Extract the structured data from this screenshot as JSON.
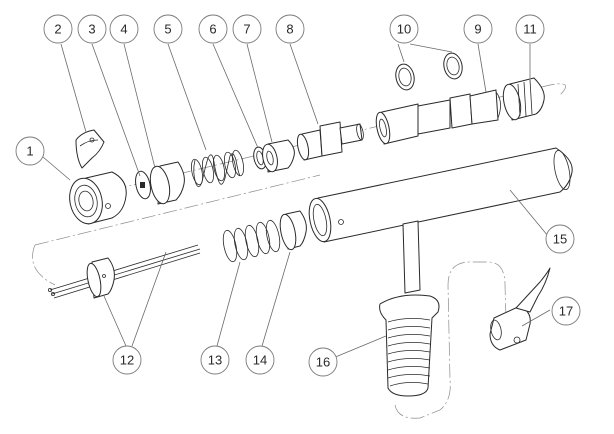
{
  "callouts": [
    {
      "id": "1",
      "label": "1"
    },
    {
      "id": "2",
      "label": "2"
    },
    {
      "id": "3",
      "label": "3"
    },
    {
      "id": "4",
      "label": "4"
    },
    {
      "id": "5",
      "label": "5"
    },
    {
      "id": "6",
      "label": "6"
    },
    {
      "id": "7",
      "label": "7"
    },
    {
      "id": "8",
      "label": "8"
    },
    {
      "id": "9",
      "label": "9"
    },
    {
      "id": "10",
      "label": "10"
    },
    {
      "id": "11",
      "label": "11"
    },
    {
      "id": "12",
      "label": "12"
    },
    {
      "id": "13",
      "label": "13"
    },
    {
      "id": "14",
      "label": "14"
    },
    {
      "id": "15",
      "label": "15"
    },
    {
      "id": "16",
      "label": "16"
    },
    {
      "id": "17",
      "label": "17"
    }
  ],
  "colors": {
    "line": "#2a2a2a",
    "leader": "#6a6a6a",
    "background": "#ffffff"
  }
}
